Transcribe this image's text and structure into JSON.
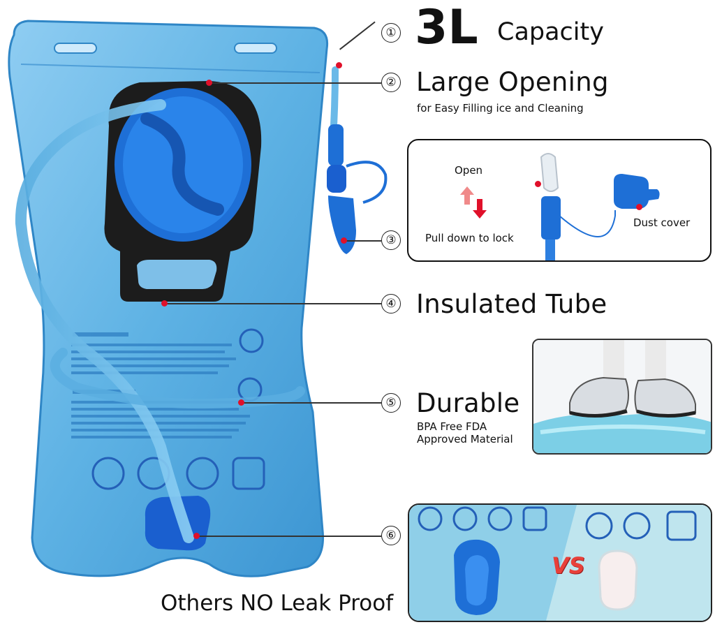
{
  "features": {
    "capacity": {
      "num": "①",
      "big": "3L",
      "label": "Capacity"
    },
    "opening": {
      "num": "②",
      "title": "Large Opening",
      "subtitle": "for Easy Filling ice and Cleaning"
    },
    "valve": {
      "num": "③",
      "open": "Open",
      "lock": "Pull down to lock",
      "cover": "Dust cover"
    },
    "tube": {
      "num": "④",
      "title": "Insulated Tube"
    },
    "durable": {
      "num": "⑤",
      "title": "Durable",
      "sub1": "BPA Free FDA",
      "sub2": "Approved Material"
    },
    "leak": {
      "num": "⑥",
      "vs": "VS",
      "caption": "Others NO Leak Proof"
    }
  },
  "colors": {
    "bag": "#4fa6dd",
    "bag_dark": "#1d6fb0",
    "cap": "#1e6fd6",
    "frame": "#1a1a1a",
    "marker": "#e0102a",
    "vs": "#e8403a"
  },
  "icons": [
    "thermometer-warning-icon",
    "no-hot-food-icon",
    "no-soda-icon",
    "no-milk-icon"
  ]
}
